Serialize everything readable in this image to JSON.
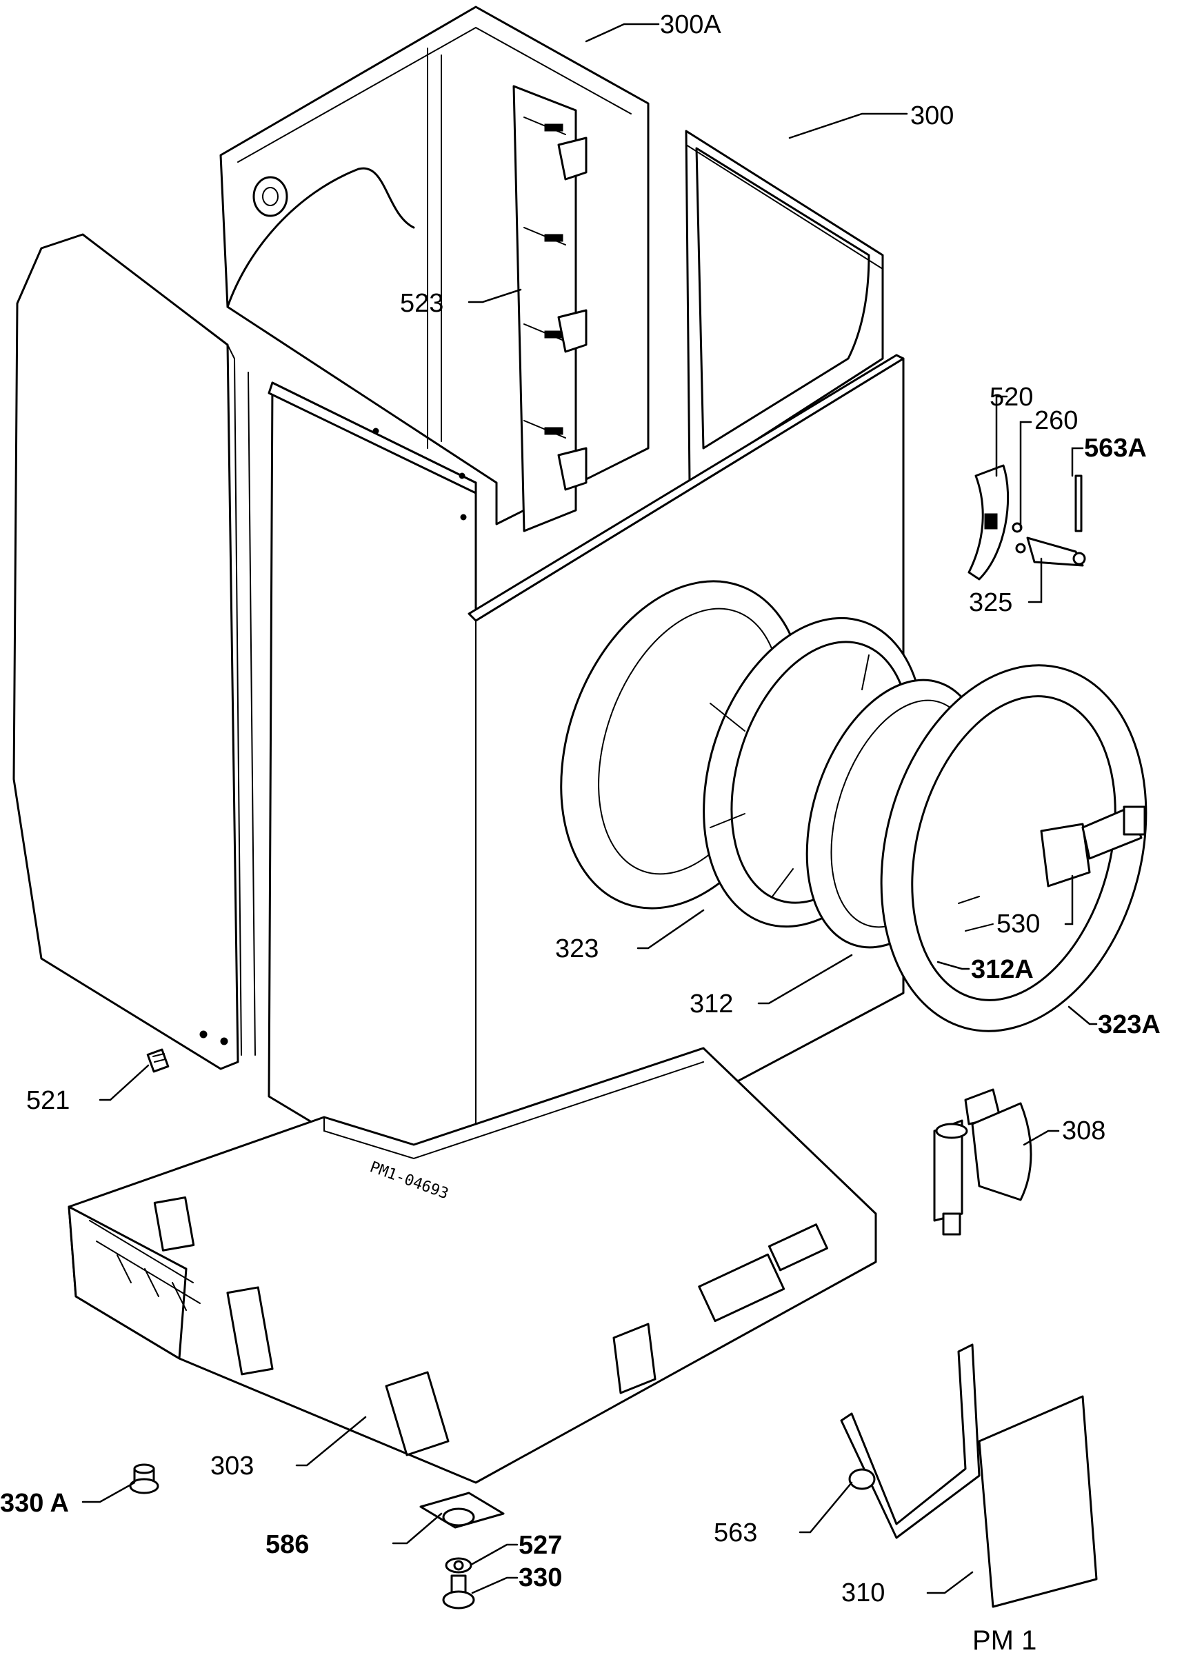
{
  "figure": {
    "drawing_number": "PM1-04693",
    "sheet_label": "PM 1"
  },
  "callouts": [
    {
      "id": "300A",
      "label": "300A"
    },
    {
      "id": "300",
      "label": "300"
    },
    {
      "id": "523",
      "label": "523"
    },
    {
      "id": "520",
      "label": "520"
    },
    {
      "id": "260",
      "label": "260"
    },
    {
      "id": "563A",
      "label": "563A"
    },
    {
      "id": "325",
      "label": "325"
    },
    {
      "id": "323",
      "label": "323"
    },
    {
      "id": "530",
      "label": "530"
    },
    {
      "id": "312A",
      "label": "312A"
    },
    {
      "id": "312",
      "label": "312"
    },
    {
      "id": "323A",
      "label": "323A"
    },
    {
      "id": "521",
      "label": "521"
    },
    {
      "id": "308",
      "label": "308"
    },
    {
      "id": "330A",
      "label": "330 A"
    },
    {
      "id": "303",
      "label": "303"
    },
    {
      "id": "586",
      "label": "586"
    },
    {
      "id": "527",
      "label": "527"
    },
    {
      "id": "330",
      "label": "330"
    },
    {
      "id": "563",
      "label": "563"
    },
    {
      "id": "310",
      "label": "310"
    }
  ],
  "colors": {
    "ink": "#000000",
    "paper": "#ffffff"
  }
}
